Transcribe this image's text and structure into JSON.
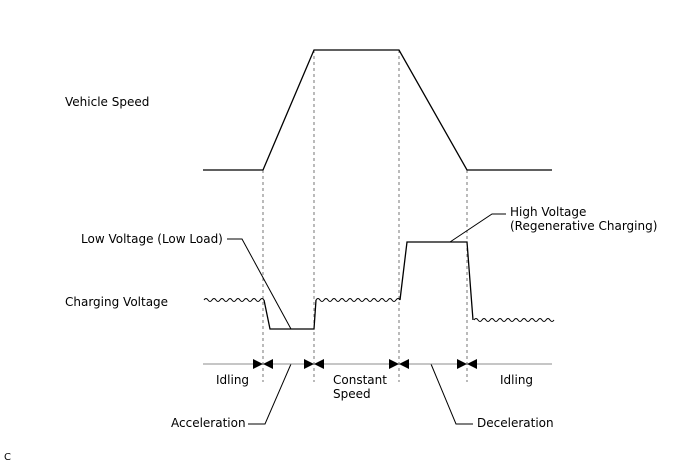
{
  "labels": {
    "vehicle_speed": "Vehicle Speed",
    "charging_voltage": "Charging Voltage",
    "low_voltage": "Low Voltage (Low Load)",
    "high_voltage_line1": "High Voltage",
    "high_voltage_line2": "(Regenerative Charging)"
  },
  "phases": {
    "idling_start": "Idling",
    "constant_speed_line1": "Constant",
    "constant_speed_line2": "Speed",
    "idling_end": "Idling",
    "acceleration": "Acceleration",
    "deceleration": "Deceleration"
  },
  "figure_id": "C"
}
